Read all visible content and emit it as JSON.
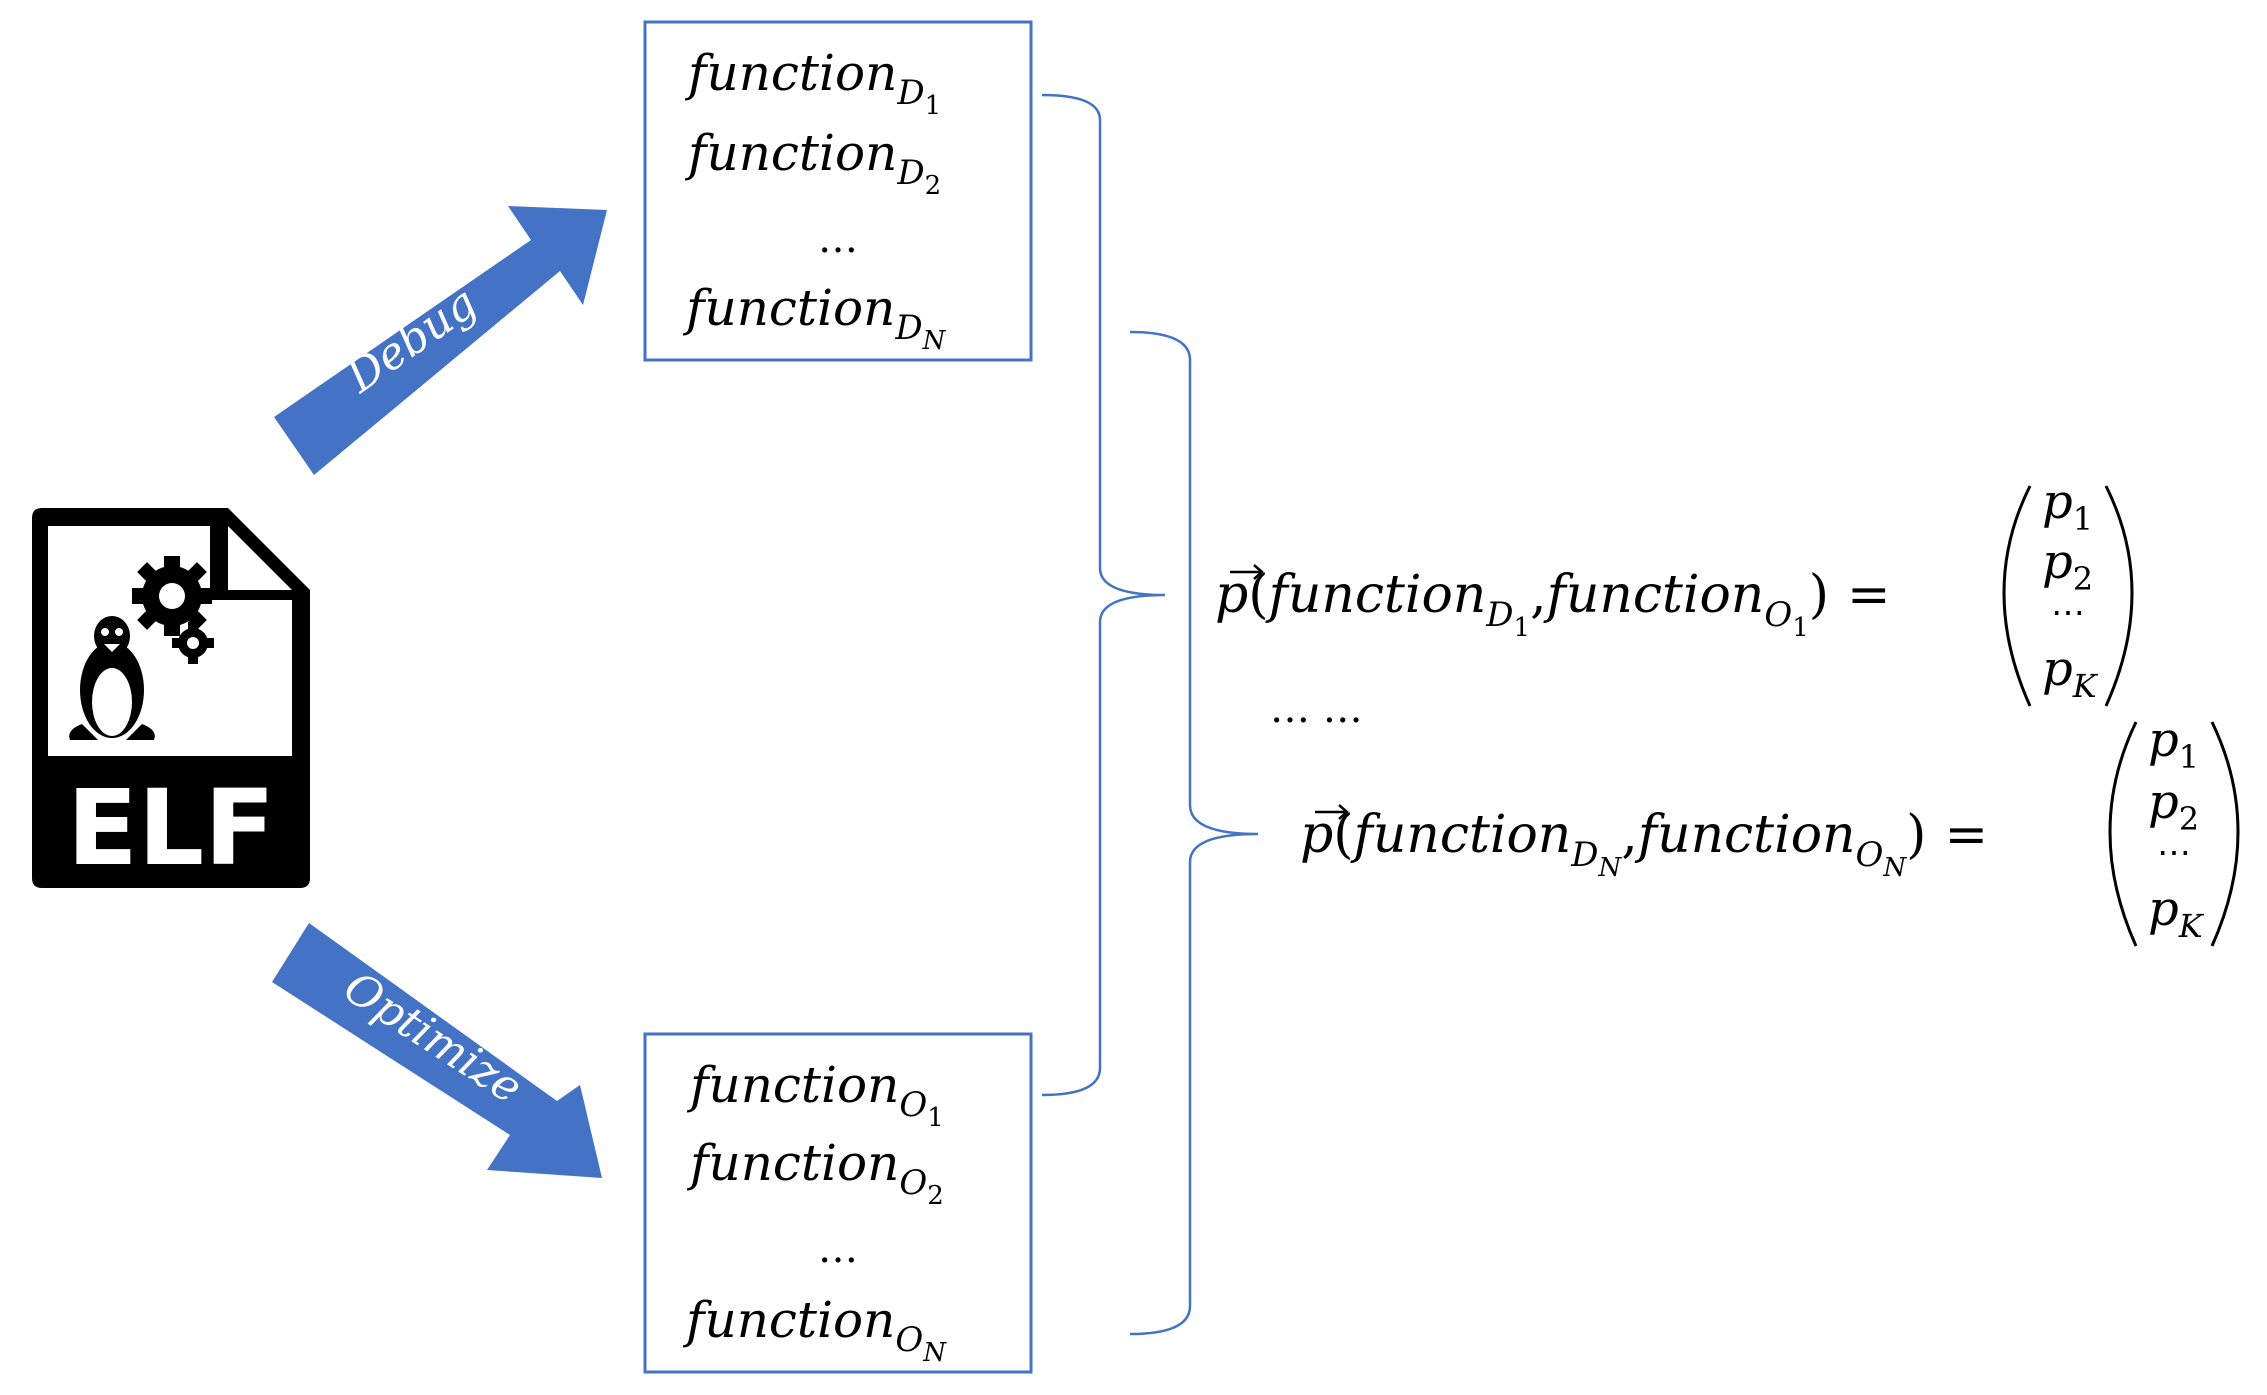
{
  "arrows": {
    "debug_label": "Debug",
    "optimize_label": "Optimize",
    "color": "#4472C4"
  },
  "file_icon": {
    "label": "ELF",
    "icon": "linux-elf-file-icon"
  },
  "debug_box": {
    "items": [
      {
        "base": "function",
        "sub": "D",
        "subsub": "1"
      },
      {
        "base": "function",
        "sub": "D",
        "subsub": "2"
      },
      {
        "ellipsis": "…"
      },
      {
        "base": "function",
        "sub": "D",
        "subsub": "N"
      }
    ]
  },
  "optimize_box": {
    "items": [
      {
        "base": "function",
        "sub": "O",
        "subsub": "1"
      },
      {
        "base": "function",
        "sub": "O",
        "subsub": "2"
      },
      {
        "ellipsis": "…"
      },
      {
        "base": "function",
        "sub": "O",
        "subsub": "N"
      }
    ]
  },
  "equations": {
    "first": {
      "vector": "p",
      "open": "(",
      "arg1": "function",
      "arg1_sub": "D",
      "arg1_subsub": "1",
      "comma": ",",
      "arg2": "function",
      "arg2_sub": "O",
      "arg2_subsub": "1",
      "close": ")",
      "equals": "=",
      "p1": "p",
      "p1_sub": "1",
      "p2": "p",
      "p2_sub": "2",
      "dots": "⋯",
      "pK": "p",
      "pK_sub": "K"
    },
    "middle_dots": "… …",
    "last": {
      "vector": "p",
      "open": "(",
      "arg1": "function",
      "arg1_sub": "D",
      "arg1_subsub": "N",
      "comma": ",",
      "arg2": "function",
      "arg2_sub": "O",
      "arg2_subsub": "N",
      "close": ")",
      "equals": "=",
      "p1": "p",
      "p1_sub": "1",
      "p2": "p",
      "p2_sub": "2",
      "dots": "⋯",
      "pK": "p",
      "pK_sub": "K"
    }
  },
  "colors": {
    "box_border": "#4472C4",
    "brace": "#4472C4",
    "arrow_fill": "#4472C4"
  }
}
